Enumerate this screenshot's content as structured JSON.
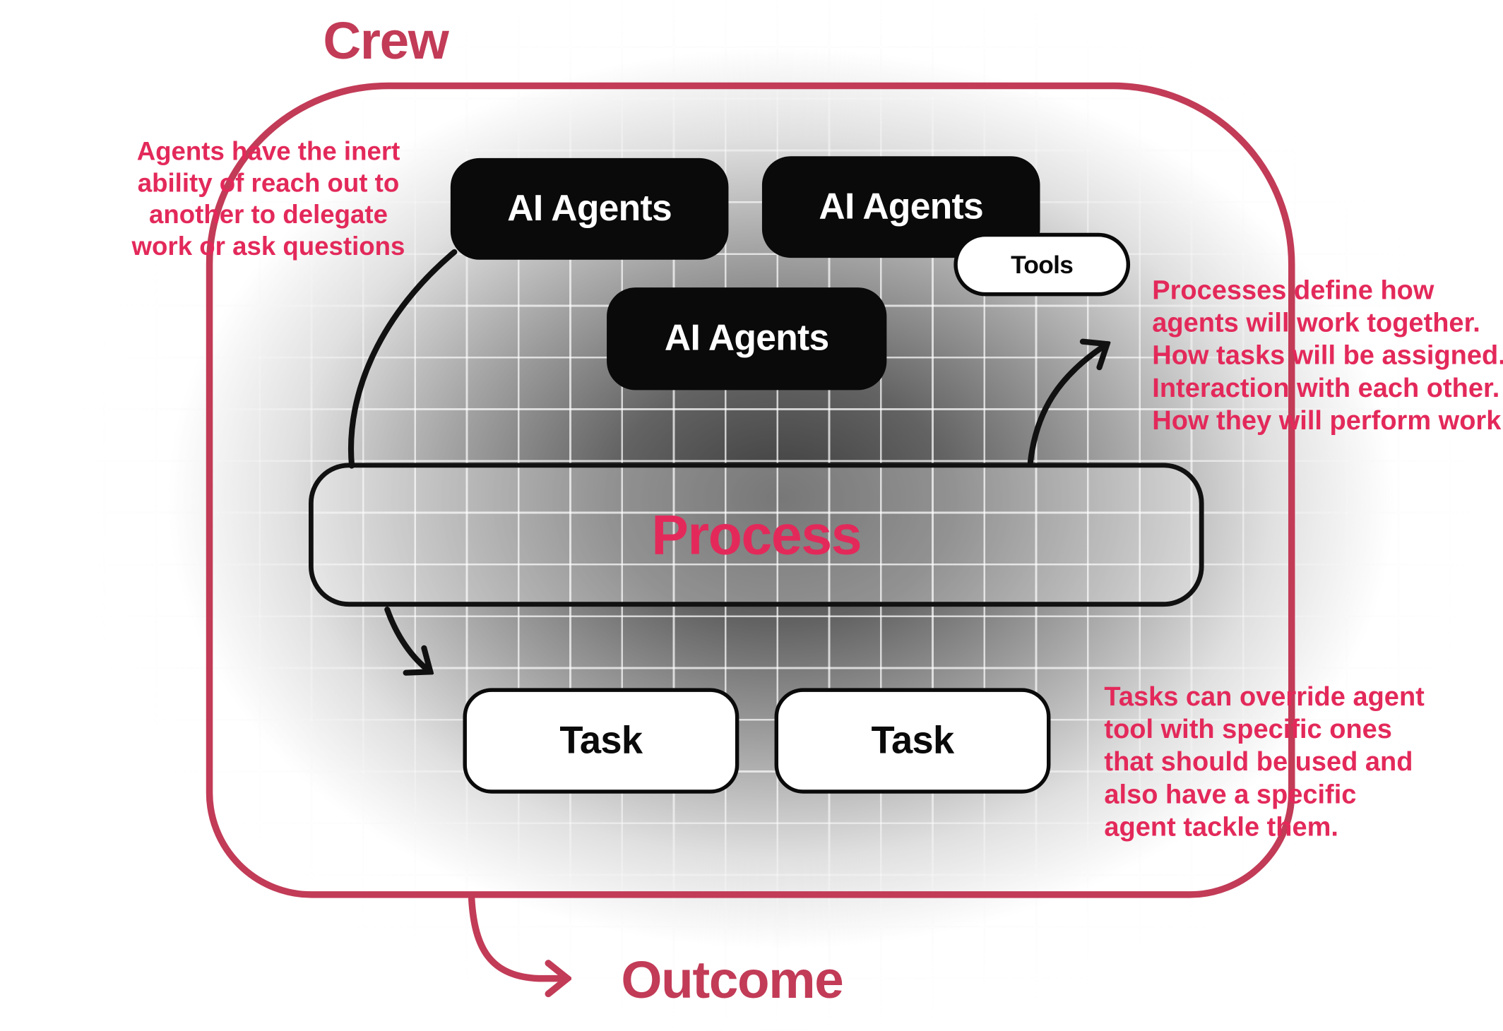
{
  "title": {
    "label": "Crew"
  },
  "outcome": {
    "label": "Outcome"
  },
  "nodes": {
    "ai_agents_1": {
      "label": "AI Agents"
    },
    "ai_agents_2": {
      "label": "AI Agents"
    },
    "ai_agents_3": {
      "label": "AI Agents"
    },
    "tools": {
      "label": "Tools"
    },
    "process": {
      "label": "Process"
    },
    "task_1": {
      "label": "Task"
    },
    "task_2": {
      "label": "Task"
    }
  },
  "annotations": {
    "left": {
      "text": "Agents have the inert\nability of reach out to\nanother to delegate\nwork or ask questions"
    },
    "right_top": {
      "text": "Processes define how\nagents will work together.\nHow tasks will be assigned.\nInteraction with each other.\nHow they will perform work."
    },
    "right_bottom": {
      "text": "Tasks can override agent\ntool with specific ones\nthat should be used and\nalso have a specific\nagent tackle them."
    }
  },
  "colors": {
    "frame_red": "#C23B57",
    "text_red": "#E3295A",
    "node_black": "#0a0a0a",
    "node_white": "#ffffff",
    "haze_dark": "#3d3d3d"
  }
}
